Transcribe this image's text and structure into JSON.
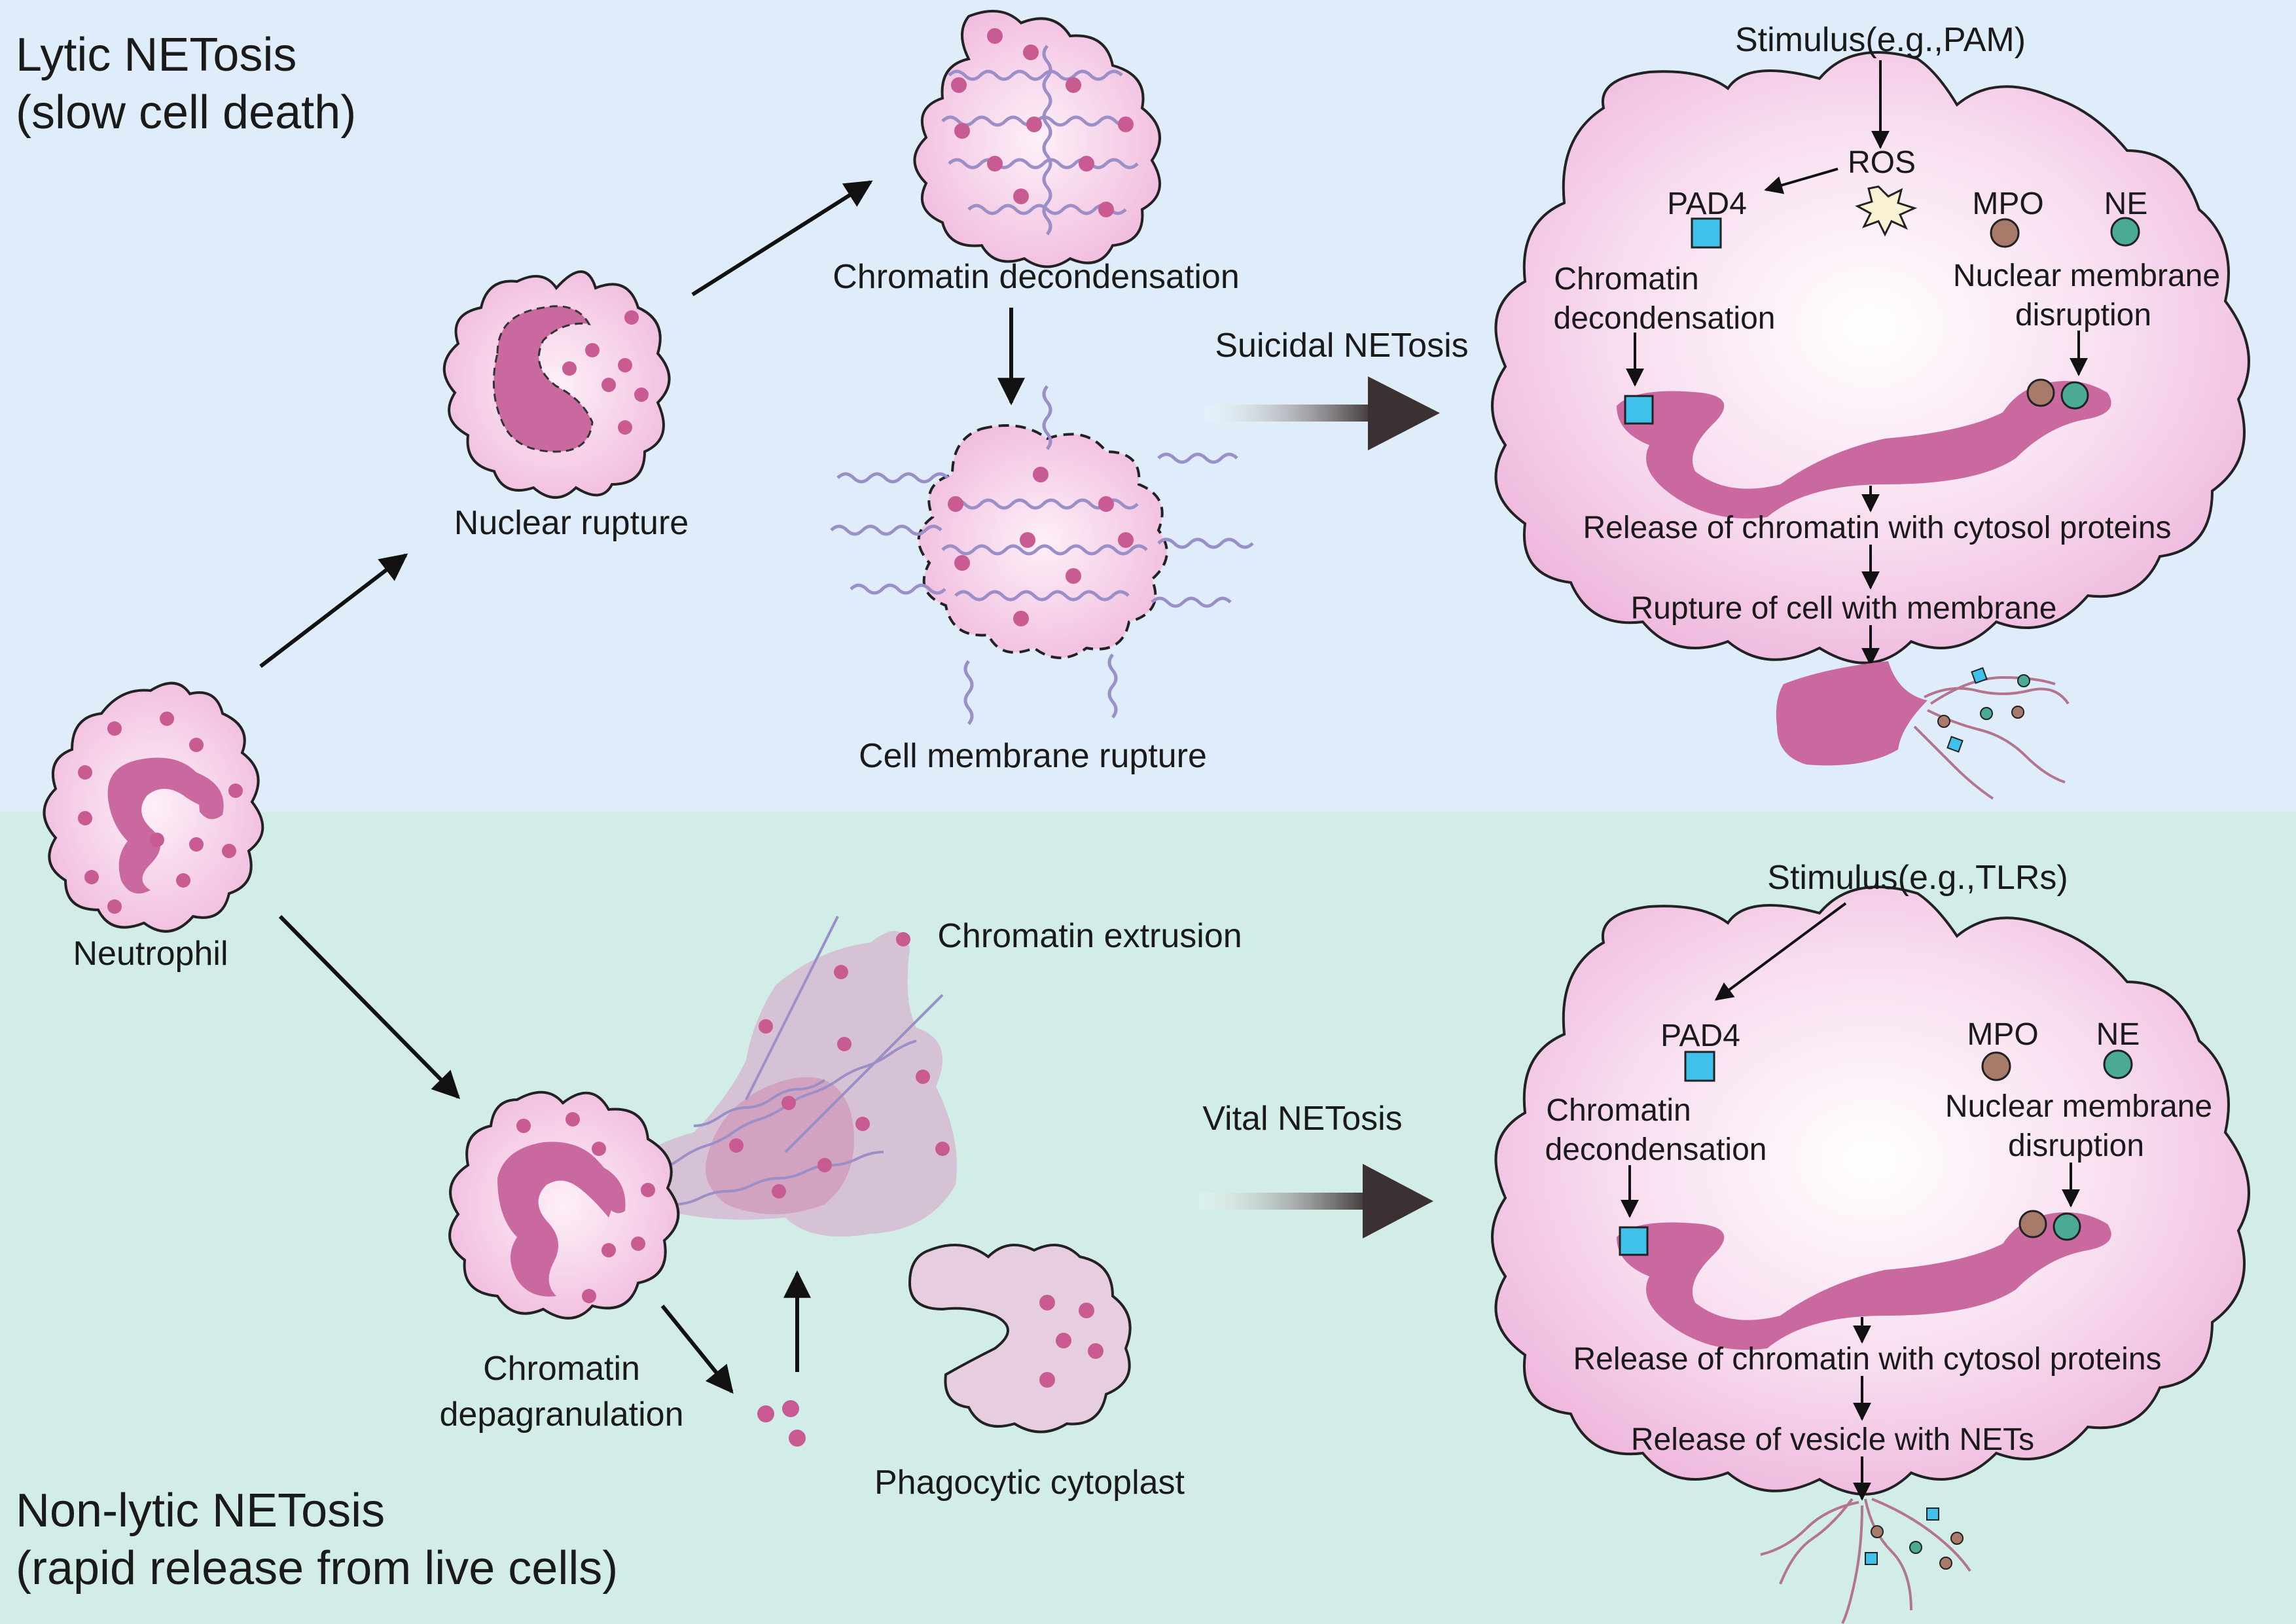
{
  "panels": {
    "lytic": {
      "title": "Lytic NETosis",
      "subtitle": "(slow cell death)",
      "bg": "#deedf9"
    },
    "nonlytic": {
      "title": "Non-lytic NETosis",
      "subtitle": "(rapid release from live cells)",
      "bg": "#d2ede8"
    }
  },
  "labels": {
    "neutrophil": "Neutrophil",
    "nuclear_rupture": "Nuclear rupture",
    "chromatin_decondensation_top": "Chromatin decondensation",
    "cell_membrane_rupture": "Cell membrane rupture",
    "suicidal": "Suicidal NETosis",
    "chromatin_extrusion": "Chromatin extrusion",
    "chromatin_degranulation_line1": "Chromatin",
    "chromatin_degranulation_line2": "depagranulation",
    "phagocytic_cytoplast": "Phagocytic cytoplast",
    "vital": "Vital NETosis"
  },
  "top_cell": {
    "stimulus": "Stimulus(e.g.,PAM)",
    "ros": "ROS",
    "pad4": "PAD4",
    "mpo": "MPO",
    "ne": "NE",
    "decond_line1": "Chromatin",
    "decond_line2": "decondensation",
    "disrupt_line1": "Nuclear membrane",
    "disrupt_line2": "disruption",
    "release": "Release of chromatin with cytosol proteins",
    "rupture": "Rupture of cell with membrane"
  },
  "bottom_cell": {
    "stimulus": "Stimulus(e.g.,TLRs)",
    "pad4": "PAD4",
    "mpo": "MPO",
    "ne": "NE",
    "decond_line1": "Chromatin",
    "decond_line2": "decondensation",
    "disrupt_line1": "Nuclear membrane",
    "disrupt_line2": "disruption",
    "release": "Release of chromatin with cytosol proteins",
    "vesicle": "Release of vesicle with NETs"
  },
  "colors": {
    "cell_fill": "#f3c7e3",
    "nucleus": "#c9699f",
    "granule": "#c95b93",
    "pad4": "#3fc1ec",
    "mpo": "#a77a6a",
    "ne": "#4aaa94",
    "dna": "#9a8fc7"
  }
}
